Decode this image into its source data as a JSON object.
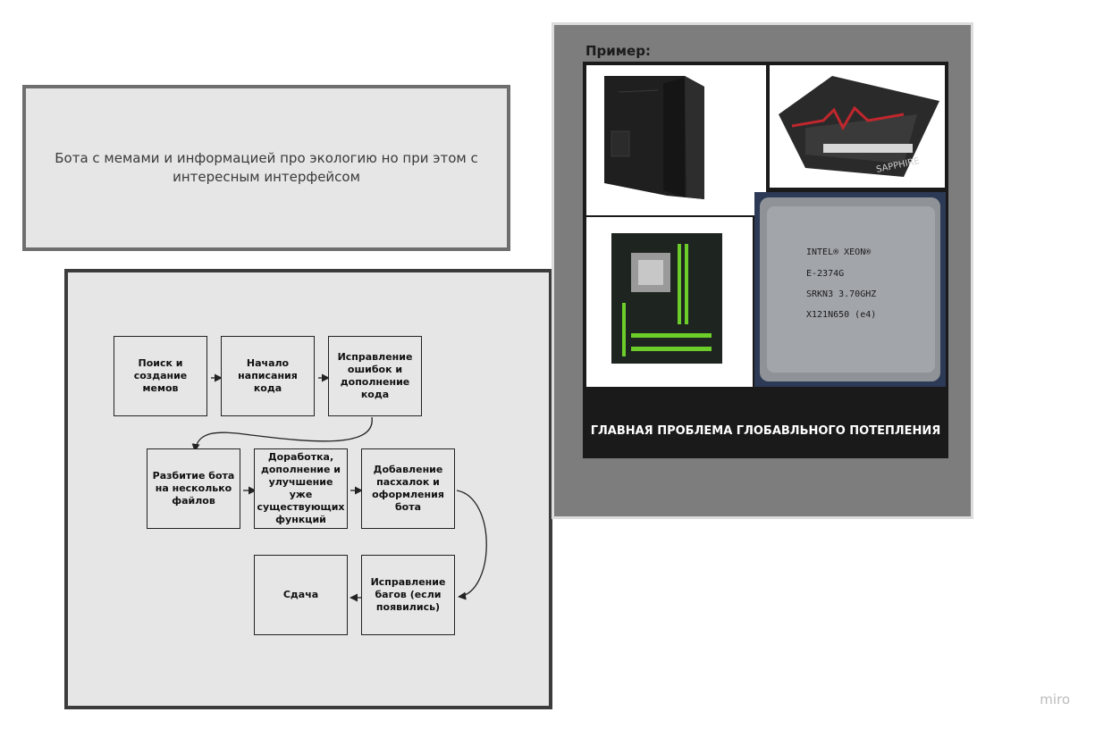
{
  "idea": {
    "text": "Бота с мемами и информацией про экологию но при этом с интересным интерфейсом"
  },
  "plan": {
    "steps": [
      "Поиск и создание мемов",
      "Начало написания кода",
      "Исправление ошибок и дополнение кода",
      "Разбитие бота на несколько файлов",
      "Доработка, дополнение и улучшение уже существующих функций",
      "Добавление пасхалок и оформления бота",
      "Исправление багов (если появились)",
      "Сдача"
    ]
  },
  "example": {
    "title": "Пример:",
    "caption": "ГЛАВНАЯ ПРОБЛЕМА ГЛОБАВЛЬНОГО ПОТЕПЛЕНИЯ",
    "photos": {
      "gpu_brand": "SAPPHIRE",
      "cpu_lines": [
        "INTEL® XEON®",
        "E-2374G",
        "SRKN3 3.70GHZ",
        "X121N650 (e4)"
      ]
    }
  },
  "watermark": "miro"
}
